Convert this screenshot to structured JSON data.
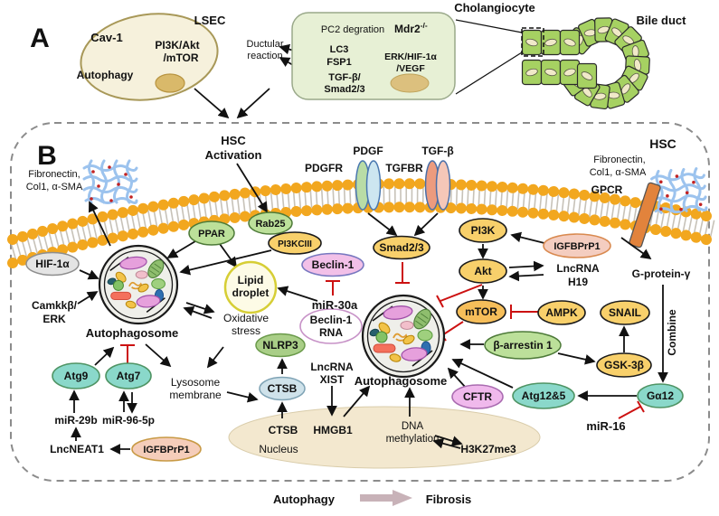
{
  "panel_a": {
    "label": "A",
    "lsec": {
      "title": "LSEC",
      "cav1": "Cav-1",
      "autophagy": "Autophagy",
      "pathway_l1": "PI3K/Akt",
      "pathway_l2": "/mTOR"
    },
    "ductular_l1": "Ductular",
    "ductular_l2": "reaction",
    "cholangiocyte": {
      "title": "Cholangiocyte",
      "pc2": "PC2 degration",
      "mdr2": "Mdr2",
      "mdr2_sup": "-/-",
      "lc3": "LC3",
      "fsp1": "FSP1",
      "tgfb_l1": "TGF-β/",
      "tgfb_l2": "Smad2/3",
      "erk_l1": "ERK/HIF-1α",
      "erk_l2": "/VEGF"
    },
    "bile_duct": "Bile duct"
  },
  "panel_b": {
    "label": "B",
    "hsc": "HSC",
    "hsc_activation_l1": "HSC",
    "hsc_activation_l2": "Activation",
    "ecm_left_l1": "Fibronectin,",
    "ecm_left_l2": "Col1, α-SMA",
    "ecm_right_l1": "Fibronectin,",
    "ecm_right_l2": "Col1, α-SMA",
    "receptors": {
      "pdgf": "PDGF",
      "pdgfr": "PDGFR",
      "tgfb": "TGF-β",
      "tgfbr": "TGFBR",
      "gpcr": "GPCR"
    },
    "nodes": {
      "ppar": "PPAR",
      "rab25": "Rab25",
      "pi3kciii": "PI3KCIII",
      "beclin1": "Beclin-1",
      "beclin1rna_l1": "Beclin-1",
      "beclin1rna_l2": "RNA",
      "smad23": "Smad2/3",
      "pi3k": "PI3K",
      "igfbprp1_top": "IGFBPrP1",
      "akt": "Akt",
      "mtor": "mTOR",
      "ampk": "AMPK",
      "snail": "SNAIL",
      "barrestin": "β-arrestin 1",
      "gsk3b": "GSK-3β",
      "hif1a": "HIF-1α",
      "nlrp3": "NLRP3",
      "ctsb": "CTSB",
      "atg9": "Atg9",
      "atg7": "Atg7",
      "igfbprp1_bottom": "IGFBPrP1",
      "cftr": "CFTR",
      "atg125": "Atg12&5",
      "ga12": "Gα12",
      "lipid_l1": "Lipid",
      "lipid_l2": "droplet"
    },
    "texts": {
      "camkk_l1": "Camkkβ/",
      "camkk_l2": "ERK",
      "autophagosome_left": "Autophagosome",
      "autophagosome_center": "Autophagosome",
      "oxidative_l1": "Oxidative",
      "oxidative_l2": "stress",
      "mir30a": "miR-30a",
      "lysosome_l1": "Lysosome",
      "lysosome_l2": "membrane",
      "mir29b": "miR-29b",
      "mir96": "miR-96-5p",
      "lncneat1": "LncNEAT1",
      "lncrna_h19_l1": "LncRNA",
      "lncrna_h19_l2": "H19",
      "gprotein": "G-protein-γ",
      "combine": "Combine",
      "mir16": "miR-16",
      "lncrna_xist_l1": "LncRNA",
      "lncrna_xist_l2": "XIST",
      "ctsb_nuc": "CTSB",
      "hmgb1": "HMGB1",
      "nucleus": "Nucleus",
      "dna_l1": "DNA",
      "dna_l2": "methylation",
      "h3k27me3": "H3K27me3"
    }
  },
  "legend": {
    "autophagy": "Autophagy",
    "fibrosis": "Fibrosis"
  },
  "colors": {
    "node_yellow": "#F8D06B",
    "node_green": "#BCE09A",
    "node_teal": "#8AD8CA",
    "node_pink": "#F2C0E8",
    "node_violet": "#F0B9EC",
    "node_peach": "#F5CDBA",
    "node_blue": "#CFE2EA",
    "node_gray": "#E4E4E4",
    "membrane": "#F2A71F",
    "mesh": "#9CC3EE",
    "inhibition_red": "#CC1111",
    "arrow_black": "#111111",
    "nucleus_fill": "#F3E8CF",
    "lipid_fill": "#FDFBE6",
    "cell_green": "#A6D162",
    "legend_arrow": "#C8B2B8"
  }
}
